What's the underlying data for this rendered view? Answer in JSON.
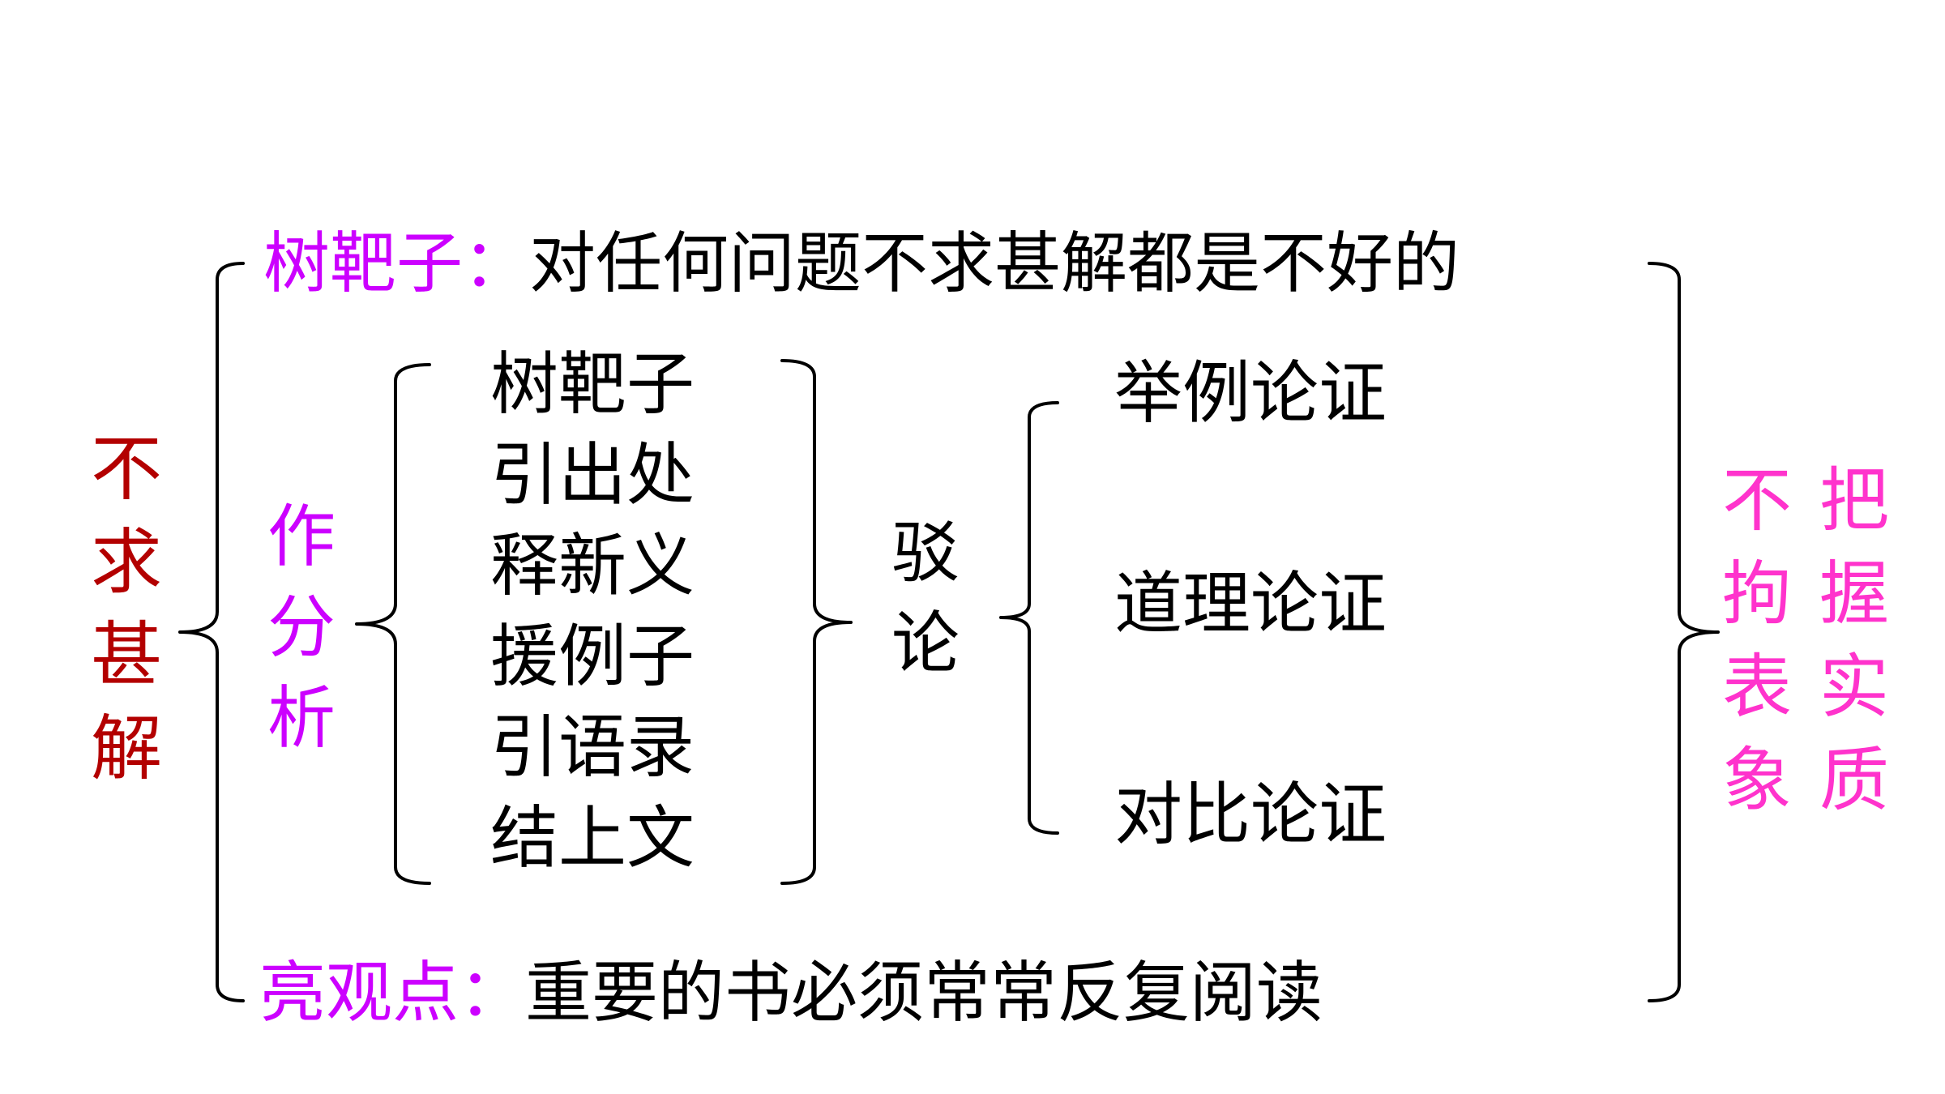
{
  "colors": {
    "dark_red": "#b30000",
    "purple": "#cc00ff",
    "pink": "#ff33cc",
    "black": "#000000"
  },
  "left_title": [
    "不",
    "求",
    "甚",
    "解"
  ],
  "top_line": {
    "label": "树靶子：",
    "text": "对任何问题不求甚解都是不好的"
  },
  "bottom_line": {
    "label": "亮观点：",
    "text": "重要的书必须常常反复阅读"
  },
  "analysis_label": [
    "作",
    "分",
    "析"
  ],
  "steps": [
    "树靶子",
    "引出处",
    "释新义",
    "援例子",
    "引语录",
    "结上文"
  ],
  "refute_label": [
    "驳",
    "论"
  ],
  "methods": [
    "举例论证",
    "道理论证",
    "对比论证"
  ],
  "conclusion_col1": [
    "不",
    "拘",
    "表",
    "象"
  ],
  "conclusion_col2": [
    "把",
    "握",
    "实",
    "质"
  ]
}
